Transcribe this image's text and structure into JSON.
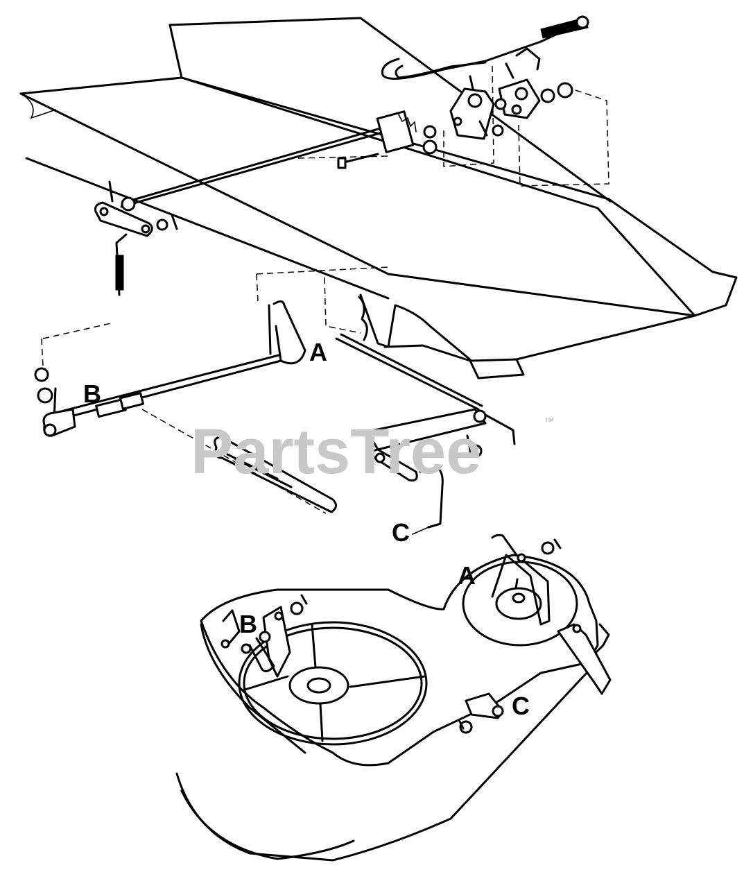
{
  "watermark": {
    "text": "PartsTree",
    "trademark": "™",
    "color": "#c8c8c8"
  },
  "callouts": {
    "frame_a": "A",
    "frame_b": "B",
    "frame_c": "C",
    "deck_a": "A",
    "deck_b": "B",
    "deck_c": "C"
  },
  "colors": {
    "line": "#000000",
    "background": "#ffffff"
  }
}
